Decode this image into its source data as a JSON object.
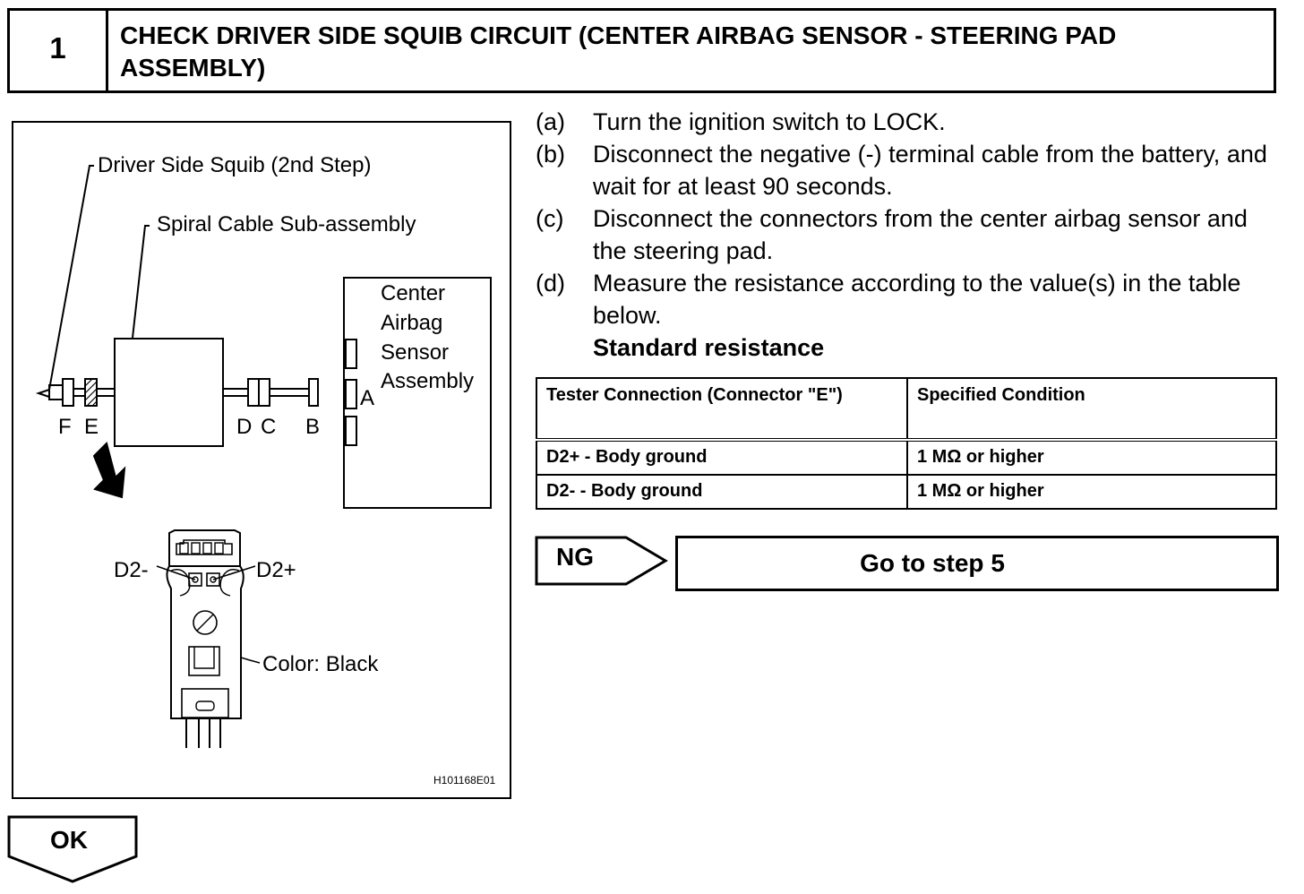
{
  "header": {
    "step_number": "1",
    "title": "CHECK DRIVER SIDE SQUIB CIRCUIT (CENTER AIRBAG SENSOR - STEERING PAD ASSEMBLY)"
  },
  "figure": {
    "driver_side_squib_label": "Driver Side Squib (2nd Step)",
    "spiral_cable_label": "Spiral Cable Sub-assembly",
    "center_airbag_label_1": "Center",
    "center_airbag_label_2": "Airbag",
    "center_airbag_label_3": "Sensor",
    "center_airbag_label_4": "Assembly",
    "connector_a": "A",
    "connector_b": "B",
    "connector_c": "C",
    "connector_d": "D",
    "connector_e": "E",
    "connector_f": "F",
    "pin_d2_minus": "D2-",
    "pin_d2_plus": "D2+",
    "color_label": "Color: Black",
    "figure_code": "H101168E01"
  },
  "instructions": [
    {
      "letter": "(a)",
      "text": "Turn the ignition switch to LOCK."
    },
    {
      "letter": "(b)",
      "text": "Disconnect the negative (-) terminal cable from the battery, and wait for at least 90 seconds."
    },
    {
      "letter": "(c)",
      "text": "Disconnect the connectors from the center airbag sensor and the steering pad."
    },
    {
      "letter": "(d)",
      "text": "Measure the resistance according to the value(s) in the table below."
    }
  ],
  "standard_resistance_label": "Standard resistance",
  "table": {
    "header_col1": "Tester Connection (Connector \"E\")",
    "header_col2": "Specified Condition",
    "rows": [
      {
        "connection": "D2+ - Body ground",
        "condition": "1 MΩ or higher"
      },
      {
        "connection": "D2- - Body ground",
        "condition": "1 MΩ or higher"
      }
    ]
  },
  "ng_label": "NG",
  "goto_label": "Go to step 5",
  "ok_label": "OK"
}
